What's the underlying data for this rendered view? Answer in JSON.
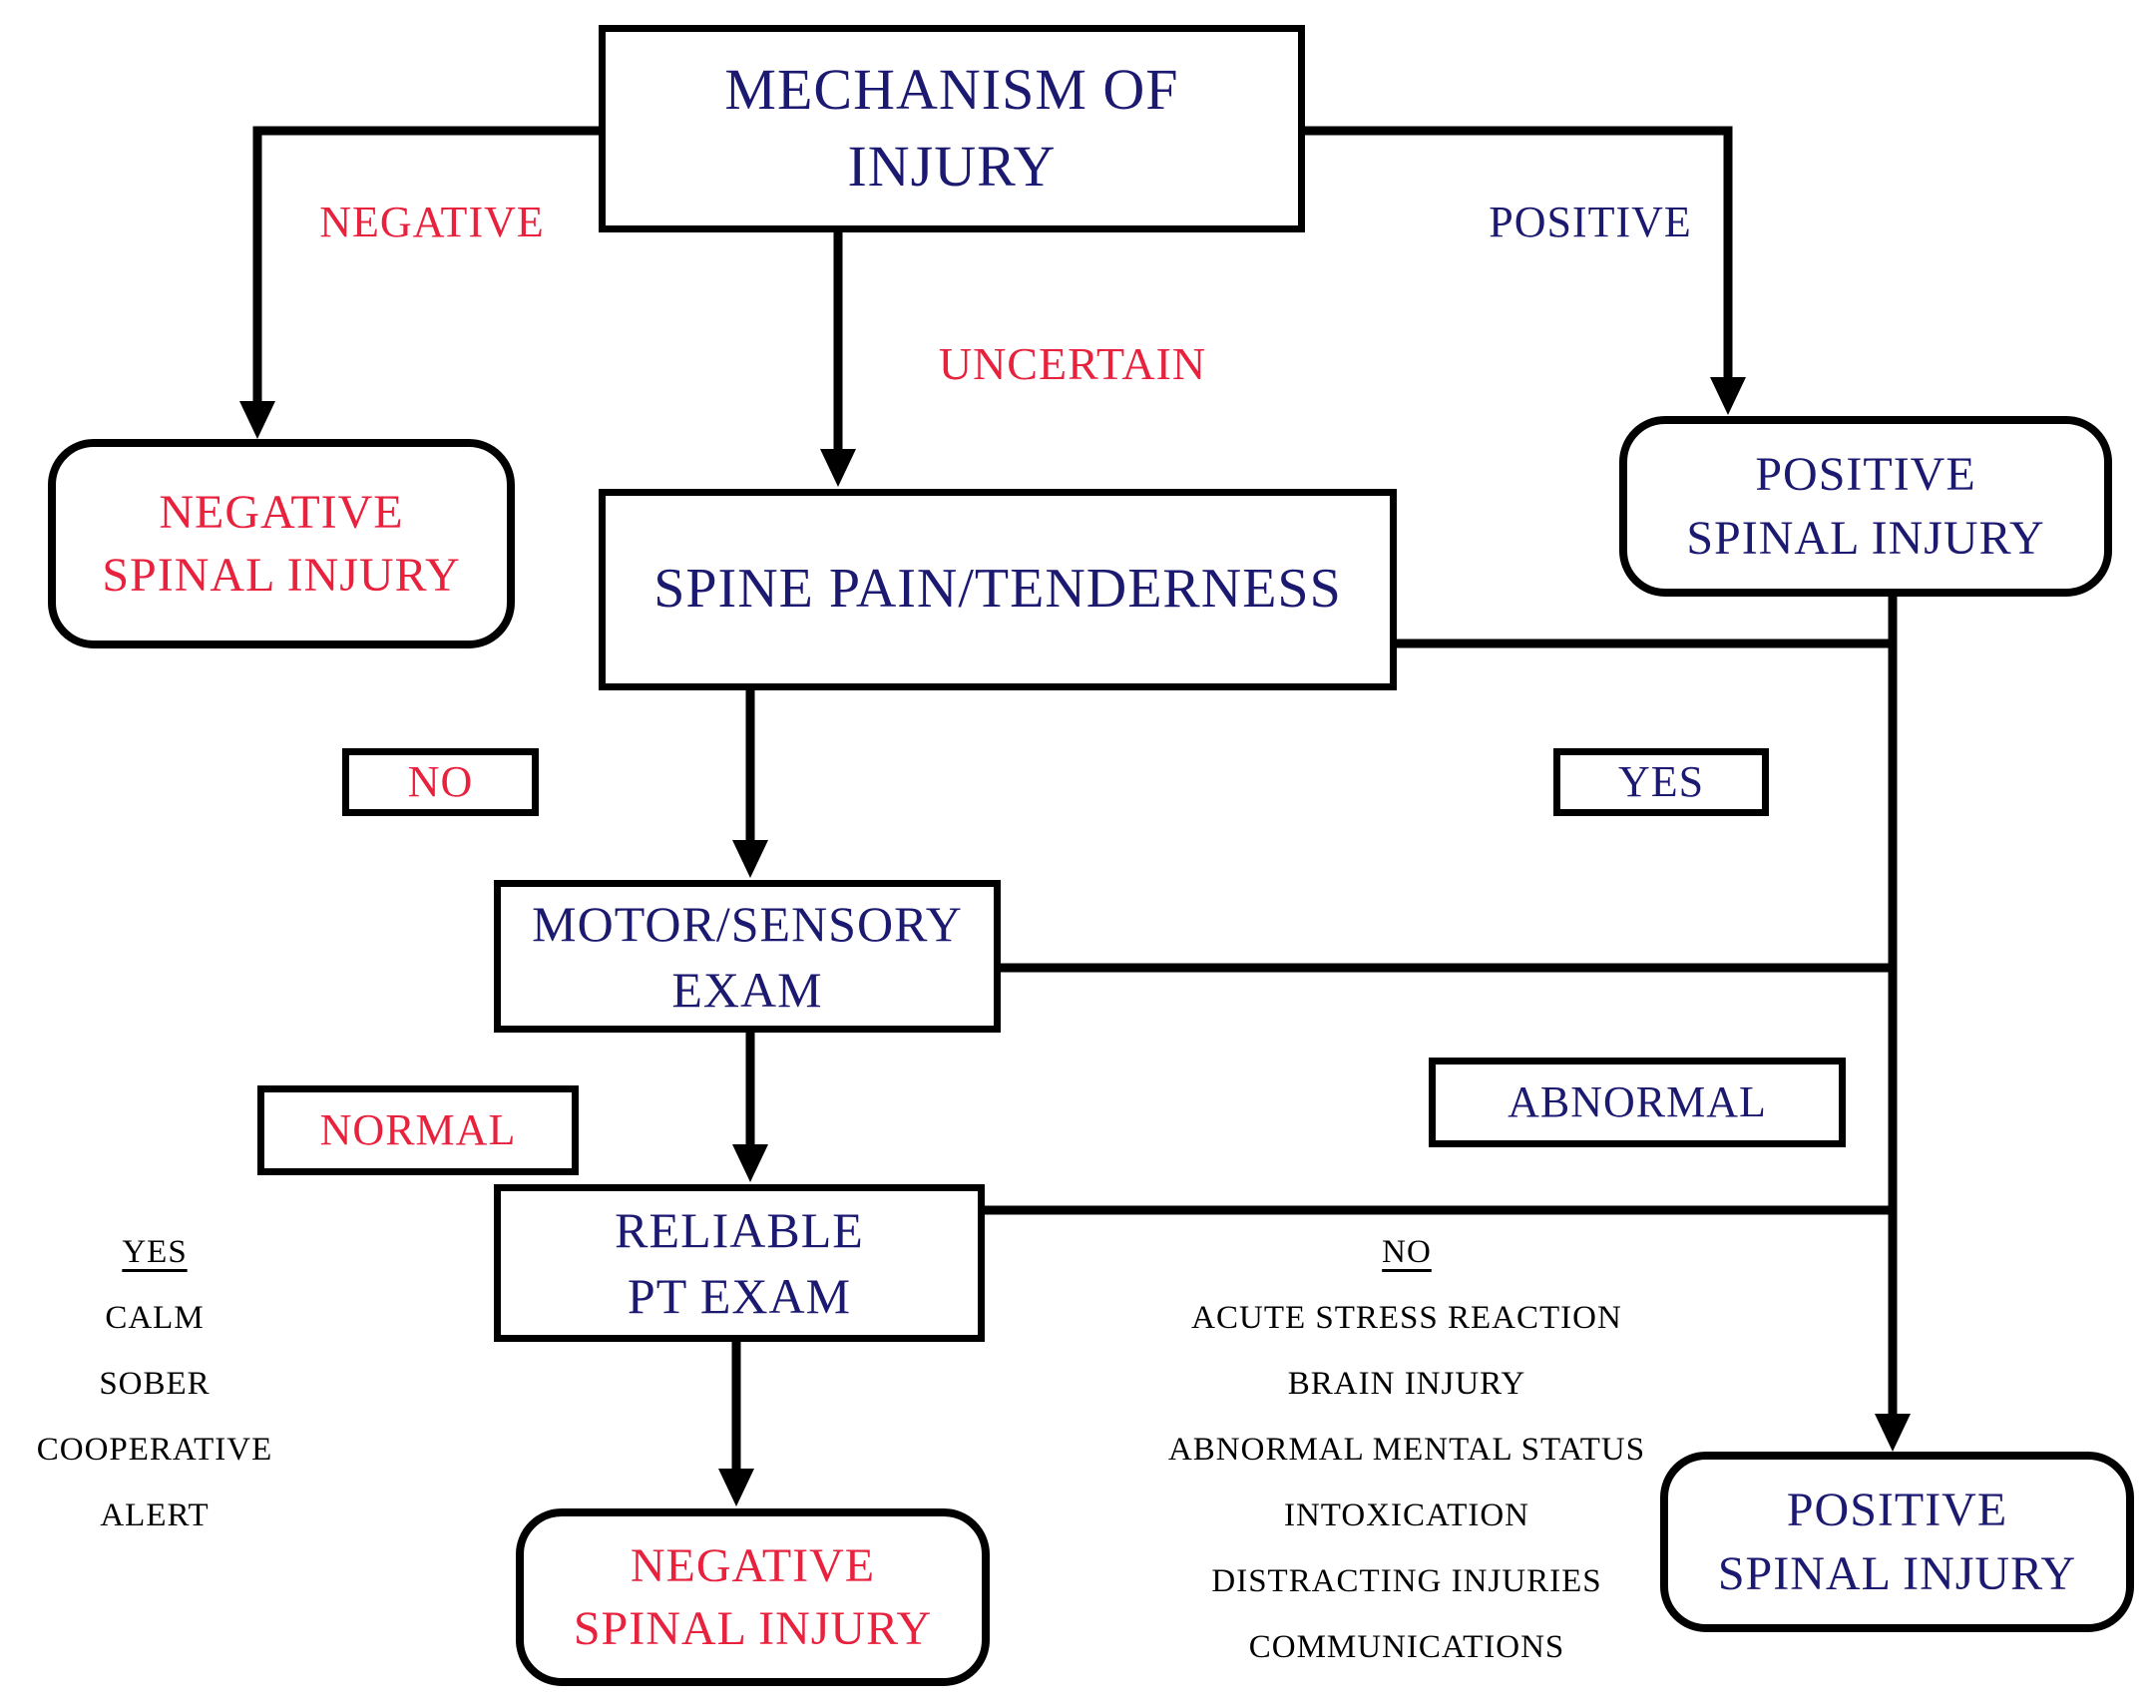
{
  "diagram": {
    "colors": {
      "navy": "#1c1a70",
      "red": "#e8213d",
      "line": "#000000",
      "background": "#ffffff"
    },
    "nodes": {
      "mechanism": {
        "label": "MECHANISM OF\nINJURY"
      },
      "spine_pain": {
        "label": "SPINE PAIN/TENDERNESS"
      },
      "motor_sensory": {
        "label": "MOTOR/SENSORY\nEXAM"
      },
      "reliable_pt_exam": {
        "label": "RELIABLE\nPT EXAM"
      },
      "negative_spinal_top": {
        "label": "NEGATIVE\nSPINAL INJURY"
      },
      "positive_spinal_top": {
        "label": "POSITIVE\nSPINAL INJURY"
      },
      "negative_spinal_bottom": {
        "label": "NEGATIVE\nSPINAL INJURY"
      },
      "positive_spinal_bottom": {
        "label": "POSITIVE\nSPINAL INJURY"
      }
    },
    "edge_labels": {
      "negative": "NEGATIVE",
      "positive": "POSITIVE",
      "uncertain": "UNCERTAIN",
      "no": "NO",
      "yes": "YES",
      "normal": "NORMAL",
      "abnormal": "ABNORMAL"
    },
    "reliable_yes_criteria": {
      "heading": "YES",
      "items": [
        "CALM",
        "SOBER",
        "COOPERATIVE",
        "ALERT"
      ]
    },
    "reliable_no_criteria": {
      "heading": "NO",
      "items": [
        "ACUTE STRESS REACTION",
        "BRAIN INJURY",
        "ABNORMAL MENTAL STATUS",
        "INTOXICATION",
        "DISTRACTING INJURIES",
        "COMMUNICATIONS"
      ]
    }
  }
}
